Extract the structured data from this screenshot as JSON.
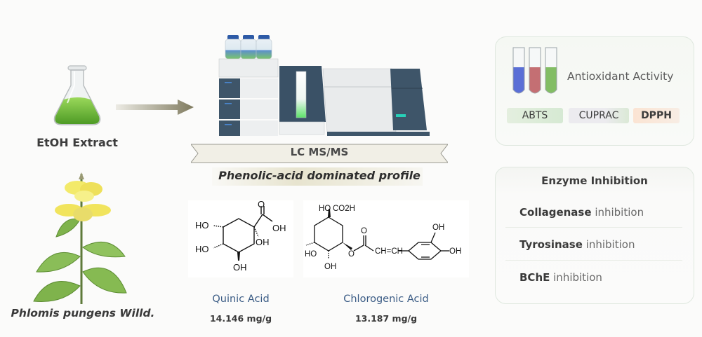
{
  "extraction": {
    "label": "EtOH Extract",
    "flask_icon": "erlenmeyer-flask-icon",
    "liquid_color": "#6cbf3a"
  },
  "plant": {
    "label": "Phlomis pungens Willd.",
    "flower_color": "#f2e35a",
    "leaf_color": "#7cb548"
  },
  "analysis": {
    "method": "LC MS/MS",
    "profile": "Phenolic-acid dominated profile",
    "instrument_icon": "lc-ms-instrument-icon"
  },
  "compounds": [
    {
      "name": "Quinic Acid",
      "content": "14.146 mg/g",
      "structure_labels": [
        "HO",
        "O",
        "OH",
        "OH",
        "HO",
        "OH"
      ]
    },
    {
      "name": "Chlorogenic Acid",
      "content": "13.187 mg/g",
      "structure_labels": [
        "HO",
        "CO2H",
        "O",
        "OH",
        "HO",
        "O",
        "CH=CH",
        "OH",
        "OH"
      ]
    }
  ],
  "antioxidant": {
    "title": "Antioxidant Activity",
    "assays": [
      "ABTS",
      "CUPRAC",
      "DPPH"
    ],
    "tube_colors": [
      "#5a6fd6",
      "#c46f73",
      "#82bd64"
    ]
  },
  "enzyme": {
    "title": "Enzyme Inhibition",
    "items": [
      {
        "enzyme": "Collagenase",
        "suffix": " inhibition"
      },
      {
        "enzyme": "Tyrosinase",
        "suffix": " inhibition"
      },
      {
        "enzyme": "BChE",
        "suffix": " inhibition"
      }
    ]
  }
}
